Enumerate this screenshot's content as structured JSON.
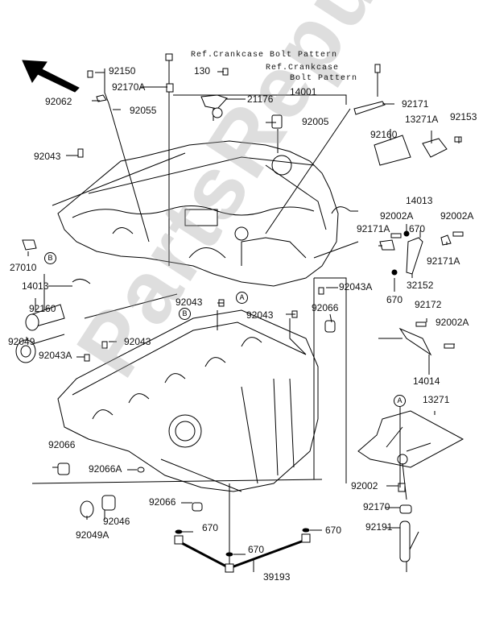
{
  "diagram": {
    "title": "Crankcase exploded parts diagram",
    "watermark": "PartsRepublik",
    "direction_arrow": "front-arrow-icon",
    "references": {
      "ref1": "Ref.Crankcase Bolt Pattern",
      "ref2_line1": "Ref.Crankcase",
      "ref2_line2": "Bolt Pattern"
    },
    "callouts": {
      "A": "A",
      "B": "B"
    },
    "labels": {
      "p92150": "92150",
      "p92170A": "92170A",
      "p130": "130",
      "p92062": "92062",
      "p92055": "92055",
      "p21176": "21176",
      "p14001": "14001",
      "p92171": "92171",
      "p92005": "92005",
      "p13271A": "13271A",
      "p92153": "92153",
      "p92043_top": "92043",
      "p92160_top": "92160",
      "p14013_right": "14013",
      "p92002A_mid": "92002A",
      "p92002A_right": "92002A",
      "p92171A_left": "92171A",
      "p670_top": "670",
      "p92171A_right": "92171A",
      "p27010": "27010",
      "p32152": "32152",
      "p14013_left": "14013",
      "p670_mid": "670",
      "p92043A_right": "92043A",
      "p92160_left": "92160",
      "p92043_mid": "92043",
      "p92043_mid2": "92043",
      "p92066_top": "92066",
      "p92172": "92172",
      "p92002A_low": "92002A",
      "p92049": "92049",
      "p92043A_left": "92043A",
      "p92043_left": "92043",
      "p14014": "14014",
      "p13271": "13271",
      "p92066_left": "92066",
      "p92066A": "92066A",
      "p92002": "92002",
      "p92066_bottom": "92066",
      "p92170": "92170",
      "p92046": "92046",
      "p92049A": "92049A",
      "p92191": "92191",
      "p670_b1": "670",
      "p670_b2": "670",
      "p670_b3": "670",
      "p39193": "39193"
    }
  }
}
